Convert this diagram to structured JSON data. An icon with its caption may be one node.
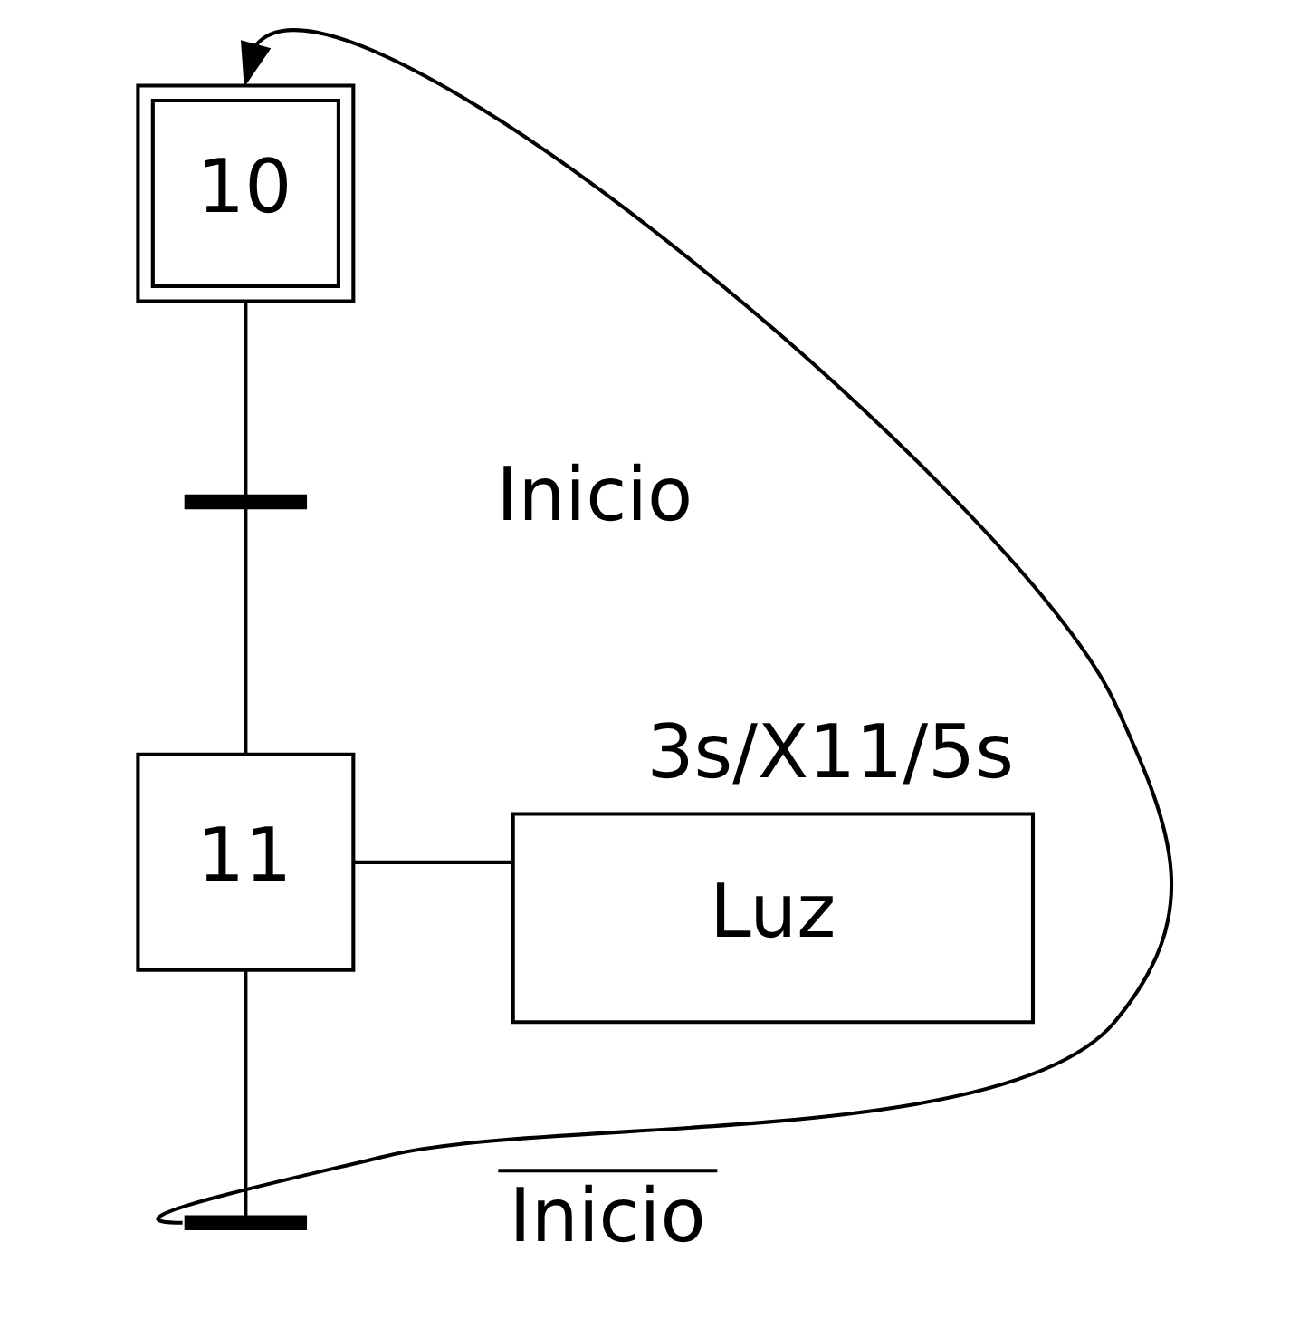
{
  "diagram": {
    "nodes": [
      {
        "text": [
          "10"
        ]
      },
      {
        "text": [],
        "shape": "bar",
        "beside": [
          "Inicio"
        ]
      },
      {
        "text": [
          "11"
        ]
      },
      {
        "text": [
          "Luz"
        ],
        "beside": [
          "3s/X11/5s"
        ]
      },
      {
        "text": [],
        "shape": "bar",
        "beside": [
          "Inicio"
        ]
      }
    ],
    "edges": [
      {
        "from": 0,
        "to": 1,
        "arrow": "none"
      },
      {
        "from": 1,
        "to": 2,
        "arrow": "none"
      },
      {
        "from": 2,
        "to": 3,
        "arrow": "none"
      },
      {
        "from": 2,
        "to": 4,
        "arrow": "none"
      },
      {
        "from": 4,
        "to": 0,
        "arrow": "to"
      }
    ]
  }
}
